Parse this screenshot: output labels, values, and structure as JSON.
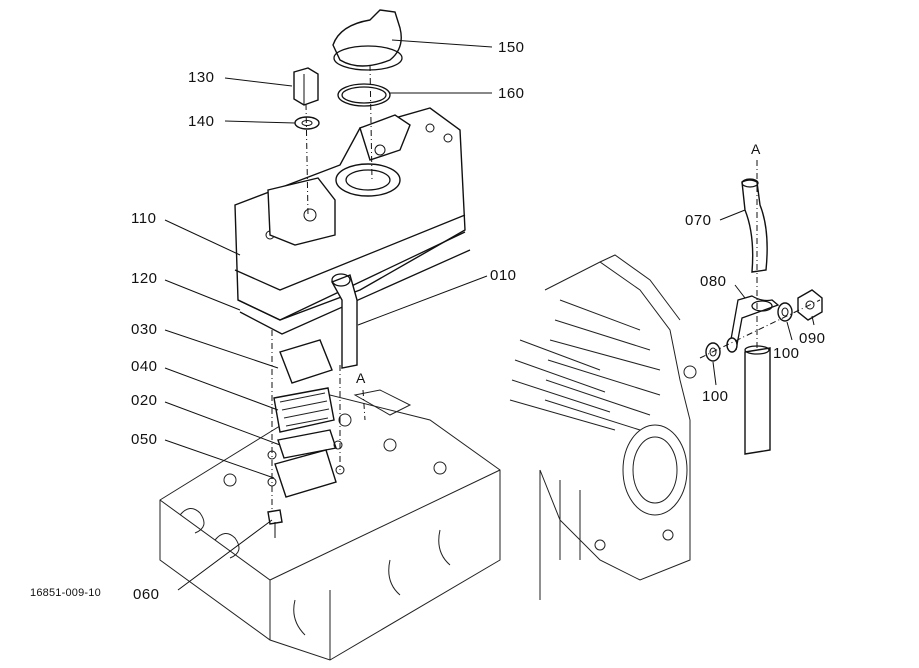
{
  "drawing_id": "16851-009-10",
  "callouts": [
    {
      "key": "c150",
      "text": "150"
    },
    {
      "key": "c160",
      "text": "160"
    },
    {
      "key": "c130",
      "text": "130"
    },
    {
      "key": "c140",
      "text": "140"
    },
    {
      "key": "c110",
      "text": "110"
    },
    {
      "key": "c120",
      "text": "120"
    },
    {
      "key": "c030",
      "text": "030"
    },
    {
      "key": "c040",
      "text": "040"
    },
    {
      "key": "c020",
      "text": "020"
    },
    {
      "key": "c050",
      "text": "050"
    },
    {
      "key": "c060",
      "text": "060"
    },
    {
      "key": "c010",
      "text": "010"
    },
    {
      "key": "c070",
      "text": "070"
    },
    {
      "key": "c080",
      "text": "080"
    },
    {
      "key": "c090",
      "text": "090"
    },
    {
      "key": "c100a",
      "text": "100"
    },
    {
      "key": "c100b",
      "text": "100"
    }
  ],
  "refs": {
    "a_top": "A",
    "a_mid": "A"
  }
}
